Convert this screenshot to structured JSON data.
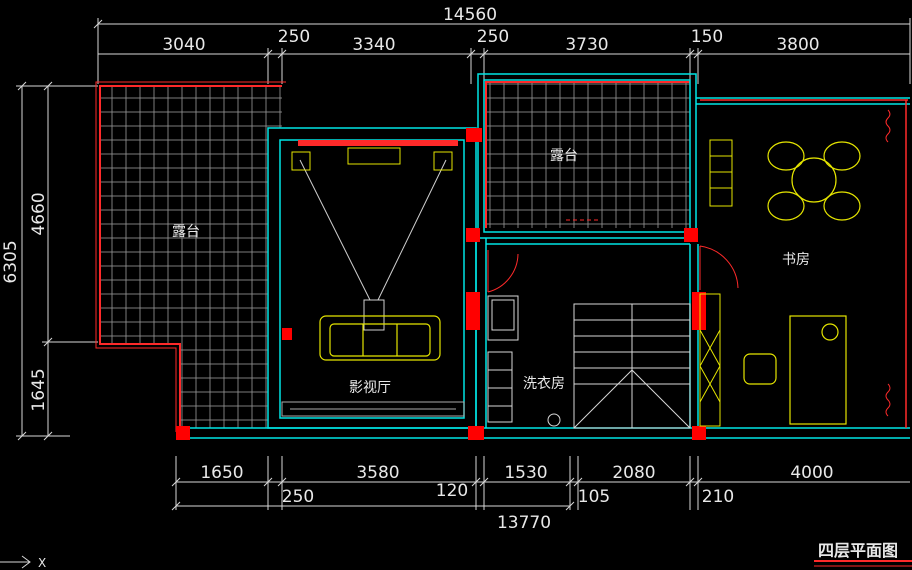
{
  "drawing": {
    "title": "四层平面图",
    "axis_label": "X",
    "colors": {
      "wall": "#00e5e5",
      "column": "#ff0000",
      "tile": "#bfbfbf",
      "furniture": "#e5e500",
      "dimension": "#e8e8e8",
      "background": "#000000"
    }
  },
  "dimensions": {
    "top_total": "14560",
    "top_segments": [
      "3040",
      "250",
      "3340",
      "250",
      "3730",
      "150",
      "3800"
    ],
    "bottom_segments": [
      "1650",
      "3580",
      "1530",
      "2080",
      "4000"
    ],
    "bottom_small": [
      "250",
      "120",
      "105",
      "210"
    ],
    "bottom_total": "13770",
    "left_total": "6305",
    "left_segments": [
      "4660",
      "1645"
    ]
  },
  "rooms": {
    "terrace_left": "露台",
    "terrace_top": "露台",
    "cinema": "影视厅",
    "laundry": "洗衣房",
    "study": "书房"
  }
}
